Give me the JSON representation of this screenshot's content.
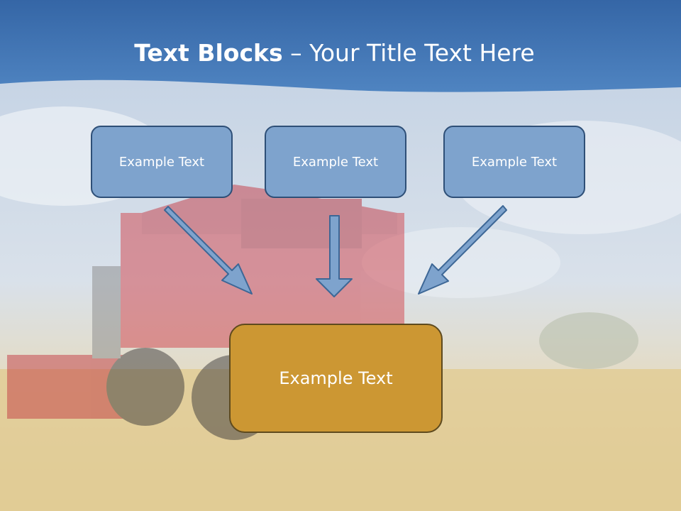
{
  "slide": {
    "title_bold": "Text Blocks",
    "title_dash": " – ",
    "title_rest": "Your Title Text Here",
    "boxes": [
      "Example Text",
      "Example Text",
      "Example Text"
    ],
    "center_box": "Example Text"
  },
  "colors": {
    "header_blue": "#4a7fbd",
    "box_blue": "#7ea3cd",
    "box_border": "#2e4f77",
    "center_gold": "#cc9733",
    "arrow_fill": "#7ea3cd"
  },
  "icons": [
    "arrow-down-right-icon",
    "arrow-down-icon",
    "arrow-down-left-icon"
  ]
}
